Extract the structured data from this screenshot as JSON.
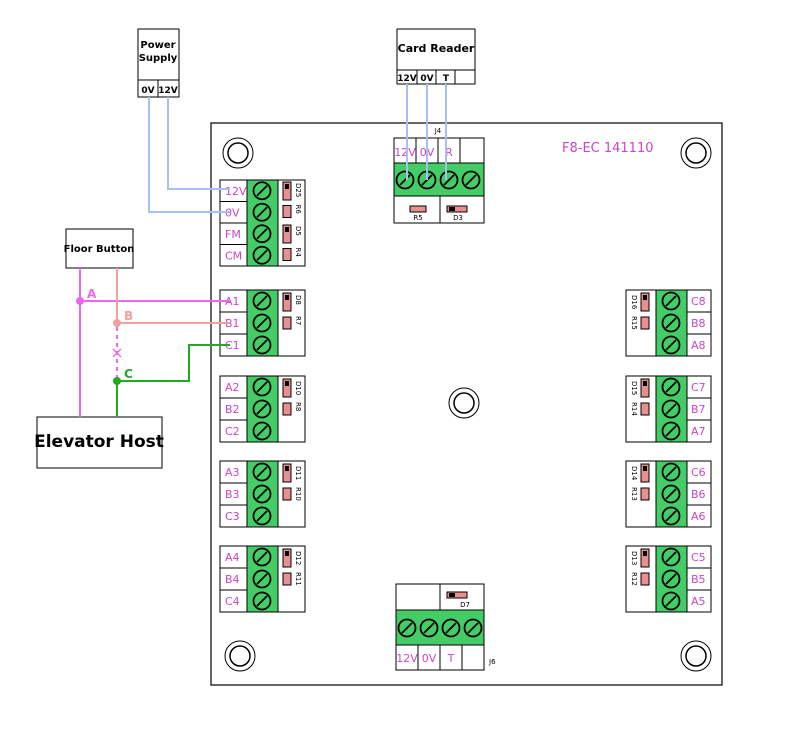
{
  "power_supply": {
    "title_line1": "Power",
    "title_line2": "Supply",
    "pins": [
      "0V",
      "12V"
    ]
  },
  "card_reader": {
    "title": "Card Reader",
    "pins": [
      "12V",
      "0V",
      "T"
    ]
  },
  "floor_button": {
    "title": "Floor Button"
  },
  "elevator_host": {
    "title": "Elevator Host"
  },
  "board": {
    "model": "F8-EC 141110",
    "top_connector": {
      "pins": [
        "12V",
        "0V",
        "R"
      ],
      "label": "J4",
      "parts": [
        "R5",
        "D3"
      ]
    },
    "bottom_connector": {
      "pins": [
        "12V",
        "0V",
        "T"
      ],
      "label": "J6",
      "parts": [
        "D7"
      ]
    },
    "power_block": {
      "pins": [
        "12V",
        "0V",
        "FM",
        "CM"
      ],
      "parts": [
        "D25",
        "R6",
        "D5",
        "R4"
      ]
    },
    "left_groups": [
      {
        "pins": [
          "A1",
          "B1",
          "C1"
        ],
        "parts": [
          "D8",
          "R7"
        ]
      },
      {
        "pins": [
          "A2",
          "B2",
          "C2"
        ],
        "parts": [
          "D10",
          "R8"
        ]
      },
      {
        "pins": [
          "A3",
          "B3",
          "C3"
        ],
        "parts": [
          "D11",
          "R10"
        ]
      },
      {
        "pins": [
          "A4",
          "B4",
          "C4"
        ],
        "parts": [
          "D12",
          "R11"
        ]
      }
    ],
    "right_groups": [
      {
        "pins": [
          "C8",
          "B8",
          "A8"
        ],
        "parts": [
          "D16",
          "R15"
        ]
      },
      {
        "pins": [
          "C7",
          "B7",
          "A7"
        ],
        "parts": [
          "D15",
          "R14"
        ]
      },
      {
        "pins": [
          "C6",
          "B6",
          "A6"
        ],
        "parts": [
          "D14",
          "R13"
        ]
      },
      {
        "pins": [
          "C5",
          "B5",
          "A5"
        ],
        "parts": [
          "D13",
          "R12"
        ]
      }
    ]
  },
  "wire_labels": {
    "a": "A",
    "b": "B",
    "c": "C",
    "cut": "×"
  },
  "colors": {
    "wire_power": "#a8c0f0",
    "wire_a": "#ee66ee",
    "wire_b": "#f0a0a0",
    "wire_c": "#22aa22",
    "terminal_green": "#44cc66",
    "pin_text": "#cc44cc",
    "part_fill": "#e89090"
  }
}
